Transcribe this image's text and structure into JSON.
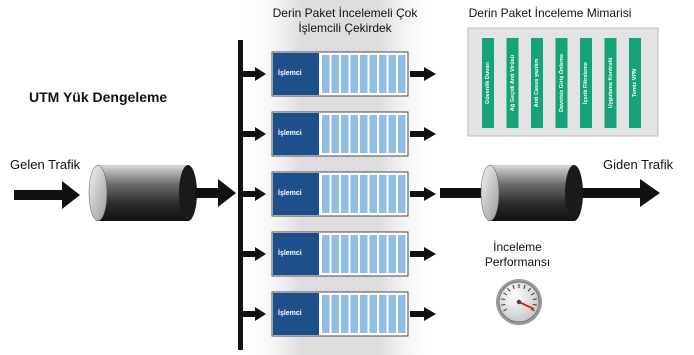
{
  "title_left": "UTM Yük Dengeleme",
  "incoming_label": "Gelen Trafik",
  "outgoing_label": "Giden Trafik",
  "core_title": "Derin Paket İncelemeli Çok İşlemcili Çekirdek",
  "arch_title": "Derin Paket İnceleme Mimarisi",
  "arch_modules": [
    "Güvenlik Duvarı",
    "Ağ Geçidi Anti Virüsü",
    "Anti Casus yazılım",
    "Davetsiz Giriş Önleme",
    "İçerik Filtreleme",
    "Uygulama Kontrolü",
    "Temiz VPN"
  ],
  "processor_label": "İşlemci",
  "processor_count": 5,
  "performance_label": "İnceleme Performansı",
  "colors": {
    "processor_blue": "#1d4f8a",
    "queue_blue": "#8fbde6",
    "module_green": "#16a37a",
    "panel_gray": "#e3e3e3",
    "arrow": "#111111"
  }
}
